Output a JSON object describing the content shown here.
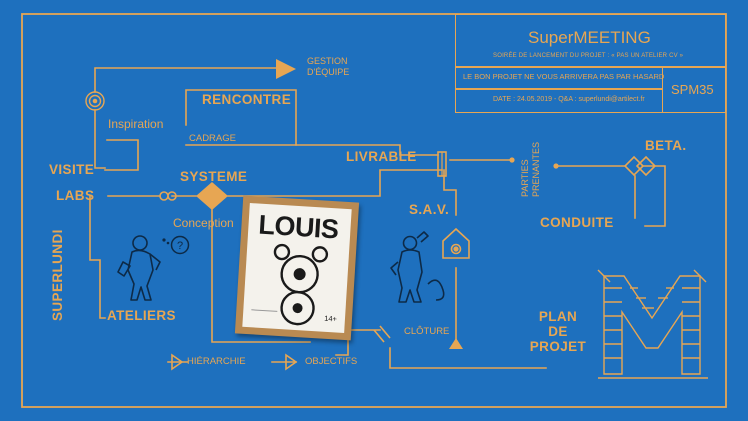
{
  "cartouche": {
    "title": "SuperMEETING",
    "subtitle": "SOIRÉE DE LANCEMENT DU PROJET : « PAS UN ATELIER CV »",
    "tagline": "LE BON PROJET NE VOUS ARRIVERA PAS PAR HASARD",
    "date_line": "DATE : 24.05.2019  -  Q&A : superlundi@artilect.fr",
    "code": "SPM35"
  },
  "nodes": {
    "gestion_line1": "GESTION",
    "gestion_line2": "D'ÉQUIPE",
    "rencontre": "RENCONTRE",
    "inspiration": "Inspiration",
    "cadrage": "CADRAGE",
    "livrable": "LIVRABLE",
    "parties_line1": "PARTIES",
    "parties_line2": "PRENANTES",
    "beta": "BETA.",
    "visite": "VISITE",
    "labs": "LABS",
    "systeme": "SYSTEME",
    "conception": "Conception",
    "sav": "S.A.V.",
    "conduite": "CONDUITE",
    "superlundi": "SUPERLUNDI",
    "ateliers": "ATELIERS",
    "plan_line1": "PLAN",
    "plan_line2": "DE",
    "plan_line3": "PROJET",
    "cloture": "CLÔTURE",
    "hierarchie": "HIÉRARCHIE",
    "objectifs": "OBJECTIFS"
  },
  "book": {
    "title": "LOUIS",
    "age": "14+"
  },
  "colors": {
    "background": "#1e70be",
    "ink": "#e7a653"
  }
}
